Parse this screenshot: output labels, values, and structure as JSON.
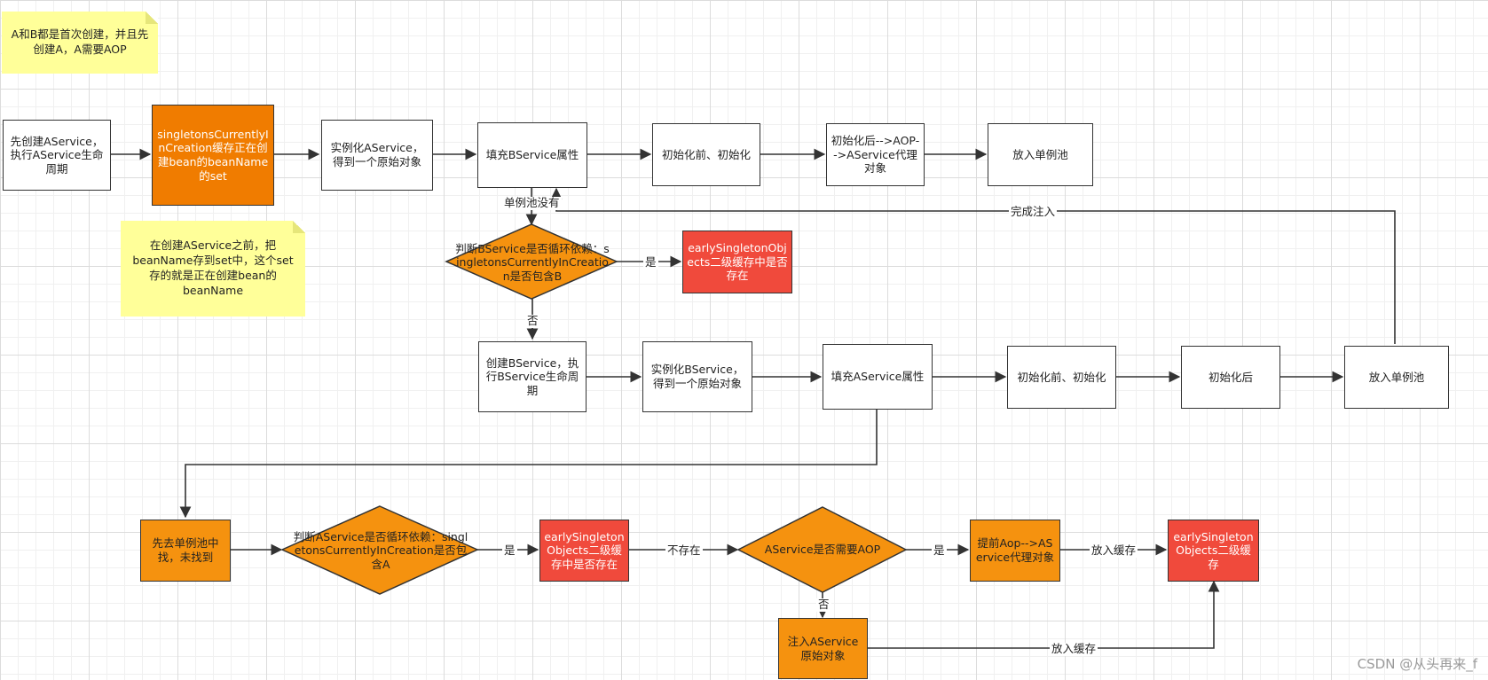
{
  "notes": {
    "top": "A和B都是首次创建，并且先创建A，A需要AOP",
    "middle": "在创建AService之前，把beanName存到set中，这个set存的就是正在创建bean的beanName"
  },
  "row1": {
    "start": "先创建AService，执行AService生命周期",
    "singletons": "singletonsCurrentlyInCreation缓存正在创建bean的beanName的set",
    "instantiate": "实例化AService，得到一个原始对象",
    "fill": "填充BService属性",
    "init": "初始化前、初始化",
    "after_init": "初始化后-->AOP-->AService代理对象",
    "pool": "放入单例池"
  },
  "decision_b": {
    "text": "判断BService是否循环依赖：singletonsCurrentlyInCreation是否包含B",
    "early": "earlySingletonObjects二级缓存中是否存在"
  },
  "row2": {
    "create": "创建BService，执行BService生命周期",
    "instantiate": "实例化BService，得到一个原始对象",
    "fill": "填充AService属性",
    "init": "初始化前、初始化",
    "after_init": "初始化后",
    "pool": "放入单例池"
  },
  "row3": {
    "lookup": "先去单例池中找，未找到",
    "decision_a": "判断AService是否循环依赖：singletonsCurrentlyInCreation是否包含A",
    "early_check": "earlySingletonObjects二级缓存中是否存在",
    "aop_decision": "AService是否需要AOP",
    "early_aop": "提前Aop-->AService代理对象",
    "early_cache": "earlySingletonObjects二级缓存",
    "inject_raw": "注入AService原始对象"
  },
  "edge_labels": {
    "pool_none": "单例池没有",
    "inject_done": "完成注入",
    "yes_b": "是",
    "no_b": "否",
    "yes_a": "是",
    "not_exist": "不存在",
    "yes_aop": "是",
    "put_cache_1": "放入缓存",
    "no_aop": "否",
    "put_cache_2": "放入缓存"
  },
  "colors": {
    "orange": "#f5920f",
    "dark_orange": "#f07c00",
    "red": "#f04a3c",
    "note_yellow": "#ffff99"
  },
  "watermark": "CSDN @从头再来_f"
}
